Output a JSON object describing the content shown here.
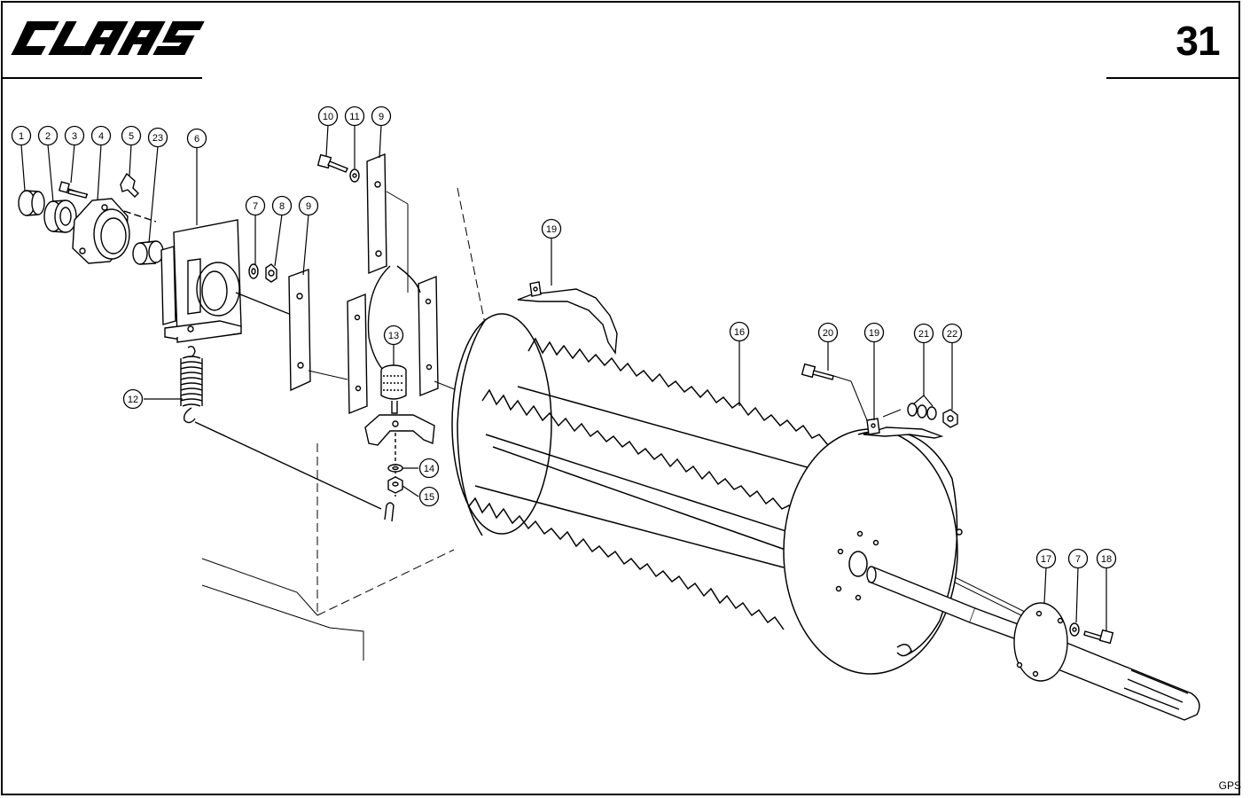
{
  "header": {
    "brand": "CLAAS",
    "page_number": "31"
  },
  "footer": {
    "code": "GPS"
  },
  "diagram": {
    "callouts": [
      {
        "id": "c1",
        "label": "1"
      },
      {
        "id": "c2",
        "label": "2"
      },
      {
        "id": "c3",
        "label": "3"
      },
      {
        "id": "c4",
        "label": "4"
      },
      {
        "id": "c5",
        "label": "5"
      },
      {
        "id": "c23",
        "label": "23"
      },
      {
        "id": "c6",
        "label": "6"
      },
      {
        "id": "c7a",
        "label": "7"
      },
      {
        "id": "c8",
        "label": "8"
      },
      {
        "id": "c9a",
        "label": "9"
      },
      {
        "id": "c10",
        "label": "10"
      },
      {
        "id": "c11",
        "label": "11"
      },
      {
        "id": "c9b",
        "label": "9"
      },
      {
        "id": "c12",
        "label": "12"
      },
      {
        "id": "c13",
        "label": "13"
      },
      {
        "id": "c14",
        "label": "14"
      },
      {
        "id": "c15",
        "label": "15"
      },
      {
        "id": "c19a",
        "label": "19"
      },
      {
        "id": "c16",
        "label": "16"
      },
      {
        "id": "c20",
        "label": "20"
      },
      {
        "id": "c19b",
        "label": "19"
      },
      {
        "id": "c21",
        "label": "21"
      },
      {
        "id": "c22",
        "label": "22"
      },
      {
        "id": "c17",
        "label": "17"
      },
      {
        "id": "c7b",
        "label": "7"
      },
      {
        "id": "c18",
        "label": "18"
      }
    ]
  }
}
